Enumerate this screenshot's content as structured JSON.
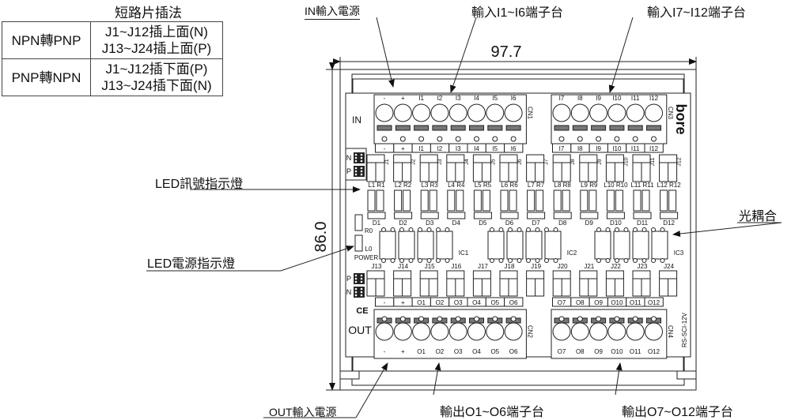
{
  "shorting_table": {
    "title": "短路片插法",
    "rows": [
      {
        "mode": "NPN轉PNP",
        "line1": "J1~J12插上面(N)",
        "line2": "J13~J24插上面(P)"
      },
      {
        "mode": "PNP轉NPN",
        "line1": "J1~J12插下面(P)",
        "line2": "J13~J24插下面(N)"
      }
    ]
  },
  "annotations": {
    "in_power": "IN輸入電源",
    "in_i1_i6": "輸入I1~I6端子台",
    "in_i7_i12": "輸入I7~I12端子台",
    "led_signal": "LED訊號指示燈",
    "optocoupler": "光耦合",
    "led_power": "LED電源指示燈",
    "out_power": "OUT輸入電源",
    "out_o1_o6": "輸出O1~O6端子台",
    "out_o7_o12": "輸出O7~O12端子台"
  },
  "dimensions": {
    "width": "97.7",
    "height": "86.0"
  },
  "board": {
    "in_label": "IN",
    "out_label": "OUT",
    "brand": "bore",
    "model": "RS-SCI-12V",
    "ce": "CE",
    "cn": [
      "CN1",
      "CN2",
      "CN3",
      "CN4"
    ],
    "in_terms_left": [
      "-",
      "+",
      "I1",
      "I2",
      "I3",
      "I4",
      "I5",
      "I6"
    ],
    "in_terms_right": [
      "I7",
      "I8",
      "I9",
      "I10",
      "I11",
      "I12"
    ],
    "out_terms_left": [
      "-",
      "+",
      "O1",
      "O2",
      "O3",
      "O4",
      "O5",
      "O6"
    ],
    "out_terms_right": [
      "O7",
      "O8",
      "O9",
      "O10",
      "O11",
      "O12"
    ],
    "jumpers_top": [
      "J1",
      "J2",
      "J3",
      "J4",
      "J5",
      "J6",
      "J7",
      "J8",
      "J9",
      "J10",
      "J11",
      "J12"
    ],
    "jumpers_bottom": [
      "J13",
      "J14",
      "J15",
      "J16",
      "J17",
      "J18",
      "J19",
      "J20",
      "J21",
      "J22",
      "J23",
      "J24"
    ],
    "leds": [
      "L1 R1",
      "L2 R2",
      "L3 R3",
      "L4 R4",
      "L5 R5",
      "L6 R6",
      "L7 R7",
      "L8 R8",
      "L9 R9",
      "L10 R10",
      "L11 R11",
      "L12 R12"
    ],
    "diodes": [
      "D1",
      "D2",
      "D3",
      "D4",
      "D5",
      "D6",
      "D7",
      "D8",
      "D9",
      "D10",
      "D11",
      "D12"
    ],
    "ics": [
      "IC1",
      "IC2",
      "IC3"
    ],
    "power_labels": {
      "r0": "R0",
      "l0": "L0",
      "power": "POWER"
    },
    "np_top": [
      "N",
      "P"
    ],
    "np_bottom": [
      "P",
      "N"
    ]
  }
}
